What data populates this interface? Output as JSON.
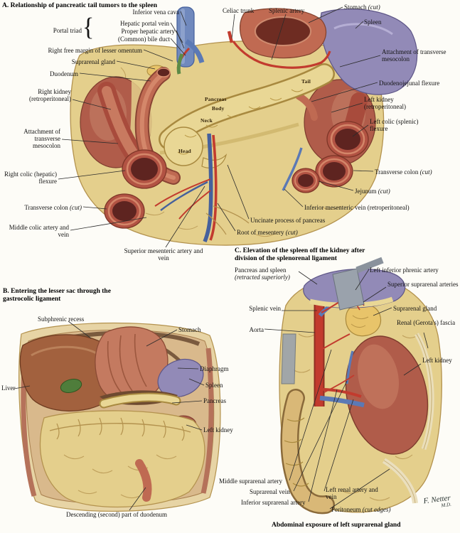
{
  "page": {
    "signature": "F. Netter",
    "signature2": "M.D."
  },
  "panelA": {
    "title": "A. Relationship of pancreatic tail tumors to the spleen",
    "labels": {
      "inferior_vena_cava": "Inferior vena cava",
      "portal_triad": "Portal triad",
      "brace": "{",
      "hepatic_portal_vein": "Hepatic portal vein",
      "proper_hepatic_artery": "Proper hepatic artery",
      "common_bile_duct": "(Common) bile duct",
      "right_free_margin": "Right free margin of lesser omentum",
      "suprarenal_gland": "Suprarenal gland",
      "duodenum": "Duodenum",
      "right_kidney": "Right kidney (retroperitoneal)",
      "attachment_mesocolon_left": "Attachment of transverse mesocolon",
      "right_colic_flexure": "Right colic (hepatic) flexure",
      "transverse_colon_left": "Transverse colon ",
      "transverse_colon_left_i": "(cut)",
      "middle_colic": "Middle colic artery and vein",
      "celiac_trunk": "Celiac trunk",
      "splenic_artery": "Splenic artery",
      "stomach": "Stomach ",
      "stomach_i": "(cut)",
      "spleen": "Spleen",
      "attachment_mesocolon_right": "Attachment of transverse mesocolon",
      "duodenojejunal_flexure": "Duodenojejunal flexure",
      "left_kidney": "Left kidney (retroperitoneal)",
      "left_colic_flexure": "Left colic (splenic) flexure",
      "transverse_colon_right": "Transverse colon ",
      "transverse_colon_right_i": "(cut)",
      "jejunum": "Jejunum ",
      "jejunum_i": "(cut)",
      "inferior_mesenteric_vein": "Inferior mesenteric vein (retroperitoneal)",
      "uncinate_process": "Uncinate process of pancreas",
      "root_of_mesentery": "Root of mesentery ",
      "root_of_mesentery_i": "(cut)",
      "superior_mesenteric": "Superior mesenteric artery and vein",
      "pancreas": "Pancreas",
      "body": "Body",
      "tail": "Tail",
      "neck": "Neck",
      "head": "Head"
    }
  },
  "panelB": {
    "title": "B. Entering the lesser sac through the gastrocolic ligament",
    "labels": {
      "subphrenic_recess": "Subphrenic recess",
      "stomach": "Stomach",
      "liver": "Liver",
      "diaphragm": "Diaphragm",
      "spleen": "Spleen",
      "pancreas": "Pancreas",
      "left_kidney": "Left kidney",
      "descending_duodenum": "Descending (second) part of duodenum"
    }
  },
  "panelC": {
    "title": "C. Elevation of the spleen off the kidney after division of the splenorenal ligament",
    "caption": "Abdominal exposure of left suprarenal gland",
    "labels": {
      "pancreas_spleen": "Pancreas and spleen",
      "pancreas_spleen_i": "(retracted superiorly)",
      "left_inferior_phrenic": "Left inferior phrenic artery",
      "superior_suprarenal": "Superior suprarenal arteries",
      "suprarenal_gland": "Suprarenal gland",
      "renal_fascia": "Renal (Gerota's) fascia",
      "splenic_vein": "Splenic vein",
      "aorta": "Aorta",
      "left_kidney": "Left kidney",
      "middle_suprarenal": "Middle suprarenal artery",
      "suprarenal_vein": "Suprarenal vein",
      "inferior_suprarenal": "Inferior suprarenal artery",
      "left_renal": "Left renal artery and vein",
      "peritoneum": "Peritoneum ",
      "peritoneum_i": "(cut edges)"
    }
  }
}
